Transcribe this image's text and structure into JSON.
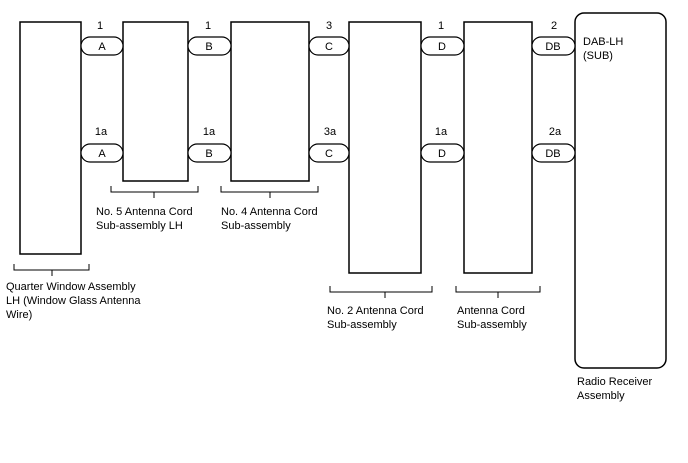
{
  "components": [
    {
      "id": "quarter_window",
      "label_lines": [
        "Quarter Window Assembly",
        "LH (Window Glass Antenna",
        "Wire)"
      ]
    },
    {
      "id": "no5_cord",
      "label_lines": [
        "No. 5 Antenna Cord",
        "Sub-assembly LH"
      ]
    },
    {
      "id": "no4_cord",
      "label_lines": [
        "No. 4 Antenna Cord",
        "Sub-assembly"
      ]
    },
    {
      "id": "no2_cord",
      "label_lines": [
        "No. 2 Antenna Cord",
        "Sub-assembly"
      ]
    },
    {
      "id": "antenna_cord",
      "label_lines": [
        "Antenna Cord",
        "Sub-assembly"
      ]
    },
    {
      "id": "radio_receiver",
      "label_lines": [
        "Radio Receiver",
        "Assembly"
      ],
      "inner_label_lines": [
        "DAB-LH",
        "(SUB)"
      ]
    }
  ],
  "connectors_top": [
    {
      "name": "A",
      "pin": "1"
    },
    {
      "name": "B",
      "pin": "1"
    },
    {
      "name": "C",
      "pin": "3"
    },
    {
      "name": "D",
      "pin": "1"
    },
    {
      "name": "DB",
      "pin": "2"
    }
  ],
  "connectors_bottom": [
    {
      "name": "A",
      "pin": "1a"
    },
    {
      "name": "B",
      "pin": "1a"
    },
    {
      "name": "C",
      "pin": "3a"
    },
    {
      "name": "D",
      "pin": "1a"
    },
    {
      "name": "DB",
      "pin": "2a"
    }
  ]
}
